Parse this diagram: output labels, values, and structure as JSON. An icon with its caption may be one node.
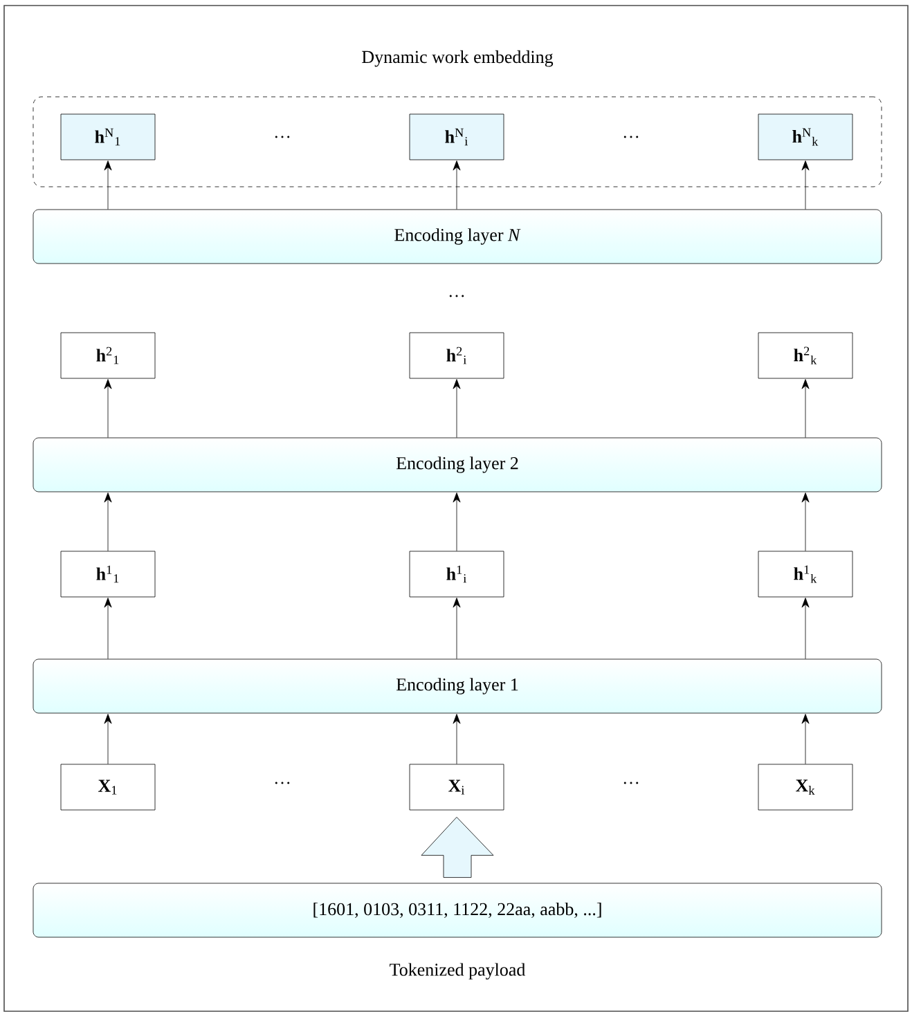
{
  "diagram": {
    "nodes": [
      {
        "text": [
          "Dynamic work embedding"
        ]
      },
      {
        "text": [
          "**h**$^{N}$$_{1}$"
        ],
        "in": 0
      },
      {
        "text": [
          "**h**$^{N}$$_{i}$"
        ],
        "in": 0
      },
      {
        "text": [
          "**h**$^{N}$$_{k}$"
        ],
        "in": 0
      },
      {
        "text": [
          "Encoding layer *N*"
        ]
      },
      {
        "text": [
          "**h**$^{2}$$_{1}$"
        ]
      },
      {
        "text": [
          "**h**$^{2}$$_{i}$"
        ]
      },
      {
        "text": [
          "**h**$^{2}$$_{k}$"
        ]
      },
      {
        "text": [
          "Encoding layer 2"
        ]
      },
      {
        "text": [
          "**h**$^{1}$$_{1}$"
        ]
      },
      {
        "text": [
          "**h**$^{1}$$_{i}$"
        ]
      },
      {
        "text": [
          "**h**$^{1}$$_{k}$"
        ]
      },
      {
        "text": [
          "Encoding layer 1"
        ]
      },
      {
        "text": [
          "**X**$_{1}$"
        ]
      },
      {
        "text": [
          "**X**$_{i}$"
        ]
      },
      {
        "text": [
          "**X**$_{k}$"
        ]
      },
      {
        "text": [
          "[1601, 0103, 0311, 1122, 22aa, aabb, ...]"
        ],
        "beside": [
          "Tokenized payload"
        ]
      }
    ],
    "edges": [
      {
        "from": 4,
        "to": 1,
        "arrow": "to"
      },
      {
        "from": 4,
        "to": 2,
        "arrow": "to"
      },
      {
        "from": 4,
        "to": 3,
        "arrow": "to"
      },
      {
        "from": 8,
        "to": 5,
        "arrow": "to"
      },
      {
        "from": 8,
        "to": 6,
        "arrow": "to"
      },
      {
        "from": 8,
        "to": 7,
        "arrow": "to"
      },
      {
        "from": 9,
        "to": 8,
        "arrow": "to"
      },
      {
        "from": 10,
        "to": 8,
        "arrow": "to"
      },
      {
        "from": 11,
        "to": 8,
        "arrow": "to"
      },
      {
        "from": 12,
        "to": 9,
        "arrow": "to"
      },
      {
        "from": 12,
        "to": 10,
        "arrow": "to"
      },
      {
        "from": 12,
        "to": 11,
        "arrow": "to"
      },
      {
        "from": 13,
        "to": 12,
        "arrow": "to"
      },
      {
        "from": 14,
        "to": 12,
        "arrow": "to"
      },
      {
        "from": 15,
        "to": 12,
        "arrow": "to"
      },
      {
        "from": 16,
        "to": 14,
        "arrow": "to",
        "style": "thick"
      }
    ],
    "labels": [
      "…",
      "…",
      "…",
      "…",
      "…"
    ]
  }
}
